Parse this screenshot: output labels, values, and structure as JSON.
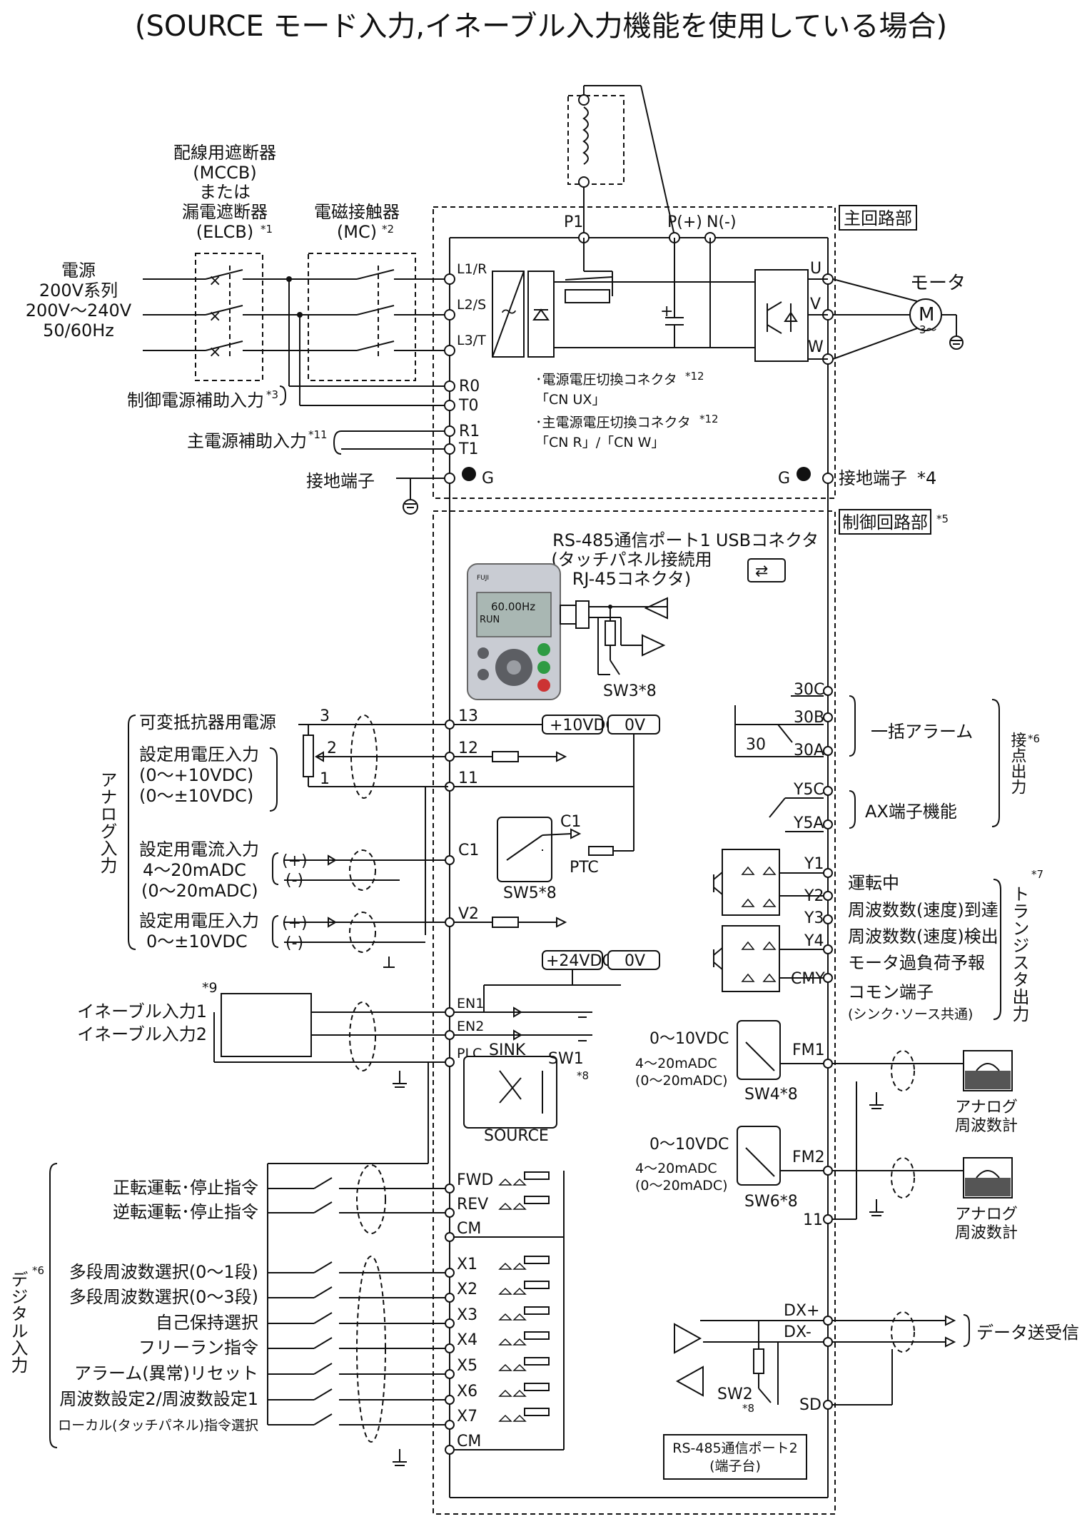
{
  "title": "(SOURCE モード入力,イネーブル入力機能を使用している場合)",
  "section_main": "主回路部",
  "section_control": "制御回路部",
  "section_control_note": "*5",
  "breaker": {
    "l1": "配線用遮断器",
    "l2": "(MCCB)",
    "l3": "または",
    "l4": "漏電遮断器",
    "l5": "(ELCB)",
    "note": "*1"
  },
  "contactor": {
    "l1": "電磁接触器",
    "l2": "(MC)",
    "note": "*2"
  },
  "power": {
    "l1": "電源",
    "l2": "200V系列",
    "l3": "200V～240V",
    "l4": "50/60Hz"
  },
  "aux_control_power": {
    "label": "制御電源補助入力",
    "note": "*3"
  },
  "aux_main_power": {
    "label": "主電源補助入力",
    "note": "*11"
  },
  "ground_terminal_left": "接地端子",
  "ground_terminal_right": "接地端子",
  "ground_terminal_right_note": "*4",
  "motor": {
    "label": "モータ",
    "symbol": "M",
    "phase": "3～"
  },
  "main_terminals": {
    "l1": "L1/R",
    "l2": "L2/S",
    "l3": "L3/T",
    "r0": "R0",
    "t0": "T0",
    "r1": "R1",
    "t1": "T1",
    "g_left": "G",
    "g_right": "G",
    "p1": "P1",
    "pplus": "P(+)",
    "nminus": "N(-)",
    "u": "U",
    "v": "V",
    "w": "W"
  },
  "connector_notes": {
    "a1": "･電源電圧切換コネクタ",
    "a1_note": "*12",
    "a2": "「CN UX」",
    "b1": "･主電源電圧切換コネクタ",
    "b1_note": "*12",
    "b2": "「CN R」/「CN W」"
  },
  "rs485_port1": {
    "l1": "RS-485通信ポート1",
    "l2": "(タッチパネル接続用",
    "l3": "RJ-45コネクタ)"
  },
  "usb": "USBコネクタ",
  "keypad": {
    "freq": "60.00Hz",
    "run": "RUN",
    "brand": "FUJI"
  },
  "sw3": "SW3*8",
  "analog_input": {
    "group_label": "アナログ入力",
    "pot_power": "可変抵抗器用電源",
    "v_in_l1": "設定用電圧入力",
    "v_in_l2": "(0～+10VDC)",
    "v_in_l3": "(0～±10VDC)",
    "i_in_l1": "設定用電流入力",
    "i_in_l2": "4～20mADC",
    "i_in_l3": "(0～20mADC)",
    "v2_l1": "設定用電圧入力",
    "v2_l2": "0～±10VDC",
    "pot_3": "3",
    "pot_2": "2",
    "pot_1": "1",
    "plus": "(+)",
    "minus": "(-)"
  },
  "ctrl_terminals": {
    "t13": "13",
    "t12": "12",
    "t11": "11",
    "c1": "C1",
    "v2": "V2",
    "en1": "EN1",
    "en2": "EN2",
    "plc": "PLC",
    "fwd": "FWD",
    "rev": "REV",
    "cm": "CM",
    "x1": "X1",
    "x2": "X2",
    "x3": "X3",
    "x4": "X4",
    "x5": "X5",
    "x6": "X6",
    "x7": "X7",
    "cm2": "CM"
  },
  "supply": {
    "v10": "+10VDC",
    "ov1": "0V",
    "v24": "+24VDC",
    "ov2": "0V"
  },
  "c1_ptc": {
    "c1": "C1",
    "ptc": "PTC",
    "sw5": "SW5*8"
  },
  "enable": {
    "note": "*9",
    "en1": "イネーブル入力1",
    "en2": "イネーブル入力2"
  },
  "sink_source": {
    "sink": "SINK",
    "source": "SOURCE",
    "sw1": "SW1",
    "sw1_note": "*8"
  },
  "fm": {
    "r1": "0～10VDC",
    "r2": "4～20mADC",
    "r3": "(0～20mADC)",
    "fm1": "FM1",
    "sw4": "SW4*8",
    "fm2": "FM2",
    "sw6": "SW6*8",
    "t11": "11",
    "meter1_l1": "アナログ",
    "meter1_l2": "周波数計",
    "meter2_l1": "アナログ",
    "meter2_l2": "周波数計"
  },
  "relay": {
    "t30c": "30C",
    "t30b": "30B",
    "t30a": "30A",
    "t30": "30",
    "y5c": "Y5C",
    "y5a": "Y5A",
    "alarm": "一括アラーム",
    "ax": "AX端子機能",
    "contact_out": "接点出力",
    "contact_note": "*6"
  },
  "transistor": {
    "y1": "Y1",
    "y2": "Y2",
    "y3": "Y3",
    "y4": "Y4",
    "cmy": "CMY",
    "d1": "運転中",
    "d2": "周波数数(速度)到達",
    "d3": "周波数数(速度)検出",
    "d4": "モータ過負荷予報",
    "d5": "コモン端子",
    "d6": "(シンク･ソース共通)",
    "group": "トランジスタ出力",
    "note": "*7"
  },
  "digital": {
    "group": "デジタル入力",
    "note": "*6",
    "fwd": "正転運転･停止指令",
    "rev": "逆転運転･停止指令",
    "x1": "多段周波数選択(0～1段)",
    "x2": "多段周波数選択(0～3段)",
    "x3": "自己保持選択",
    "x4": "フリーラン指令",
    "x5": "アラーム(異常)リセット",
    "x6": "周波数設定2/周波数設定1",
    "x7": "ローカル(タッチパネル)指令選択"
  },
  "rs485_2": {
    "dxp": "DX+",
    "dxm": "DX-",
    "sd": "SD",
    "sw2": "SW2",
    "sw2_note": "*8",
    "data": "データ送受信",
    "box_l1": "RS-485通信ポート2",
    "box_l2": "(端子台)"
  }
}
